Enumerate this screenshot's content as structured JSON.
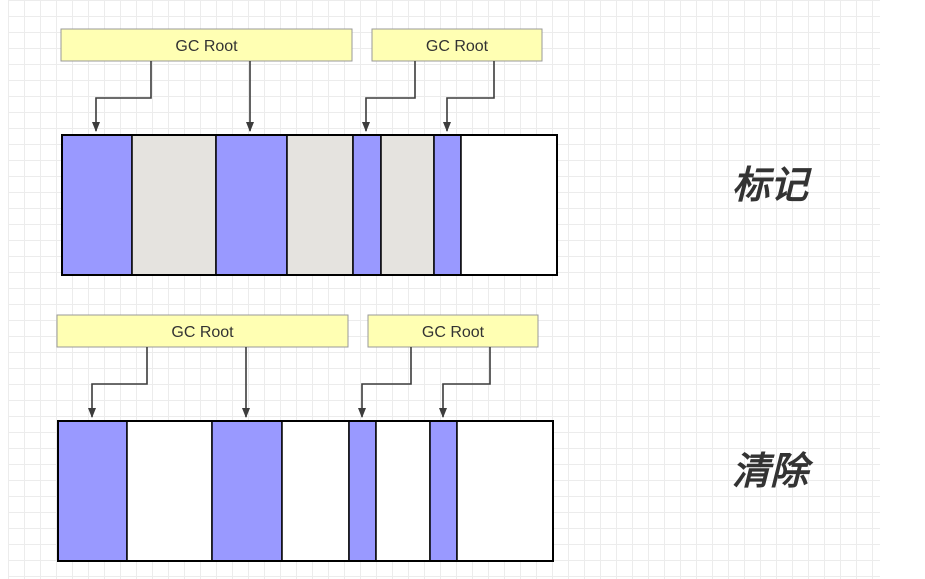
{
  "colors": {
    "live": "#9999ff",
    "garbage": "#e5e3df",
    "free": "#ffffff",
    "root_fill": "#ffffb3",
    "root_border": "#999999",
    "stroke": "#000000",
    "arrow": "#3c3c3c",
    "label": "#333333"
  },
  "panels": [
    {
      "label": "标记",
      "roots": [
        {
          "text": "GC Root",
          "targets": [
            0,
            2
          ]
        },
        {
          "text": "GC Root",
          "targets": [
            4,
            6
          ]
        }
      ],
      "blocks": [
        "live",
        "garbage",
        "live",
        "garbage",
        "live",
        "garbage",
        "live",
        "free"
      ]
    },
    {
      "label": "清除",
      "roots": [
        {
          "text": "GC Root",
          "targets": [
            0,
            2
          ]
        },
        {
          "text": "GC Root",
          "targets": [
            4,
            6
          ]
        }
      ],
      "blocks": [
        "live",
        "free",
        "live",
        "free",
        "live",
        "free",
        "live",
        "free"
      ]
    }
  ]
}
